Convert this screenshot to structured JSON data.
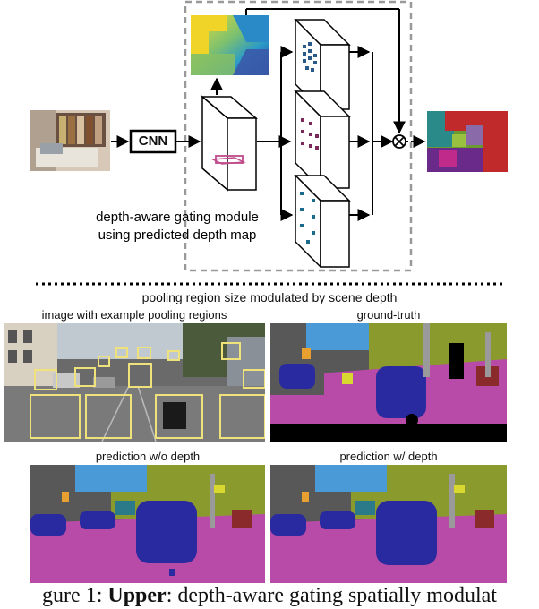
{
  "upper": {
    "cnn_label": "CNN",
    "module_label_line1": "depth-aware gating module",
    "module_label_line2": "using predicted depth map",
    "operator_symbol": "⊗"
  },
  "lower": {
    "title": "pooling region size modulated by scene depth",
    "panels": [
      {
        "caption": "image with example pooling regions"
      },
      {
        "caption": "ground-truth"
      },
      {
        "caption": "prediction w/o depth"
      },
      {
        "caption": "prediction w/ depth"
      }
    ]
  },
  "figure_caption": {
    "prefix": "gure 1: ",
    "bold": "Upper",
    "rest": ": depth-aware gating spatially modulat"
  },
  "colors": {
    "road": "#b84aa8",
    "car": "#2a2aa0",
    "vegetation": "#8b9a2c",
    "sky": "#4a9ad8",
    "building": "#585858",
    "pooling_box": "#f0e27a",
    "gate_box": "#c04a8a"
  }
}
